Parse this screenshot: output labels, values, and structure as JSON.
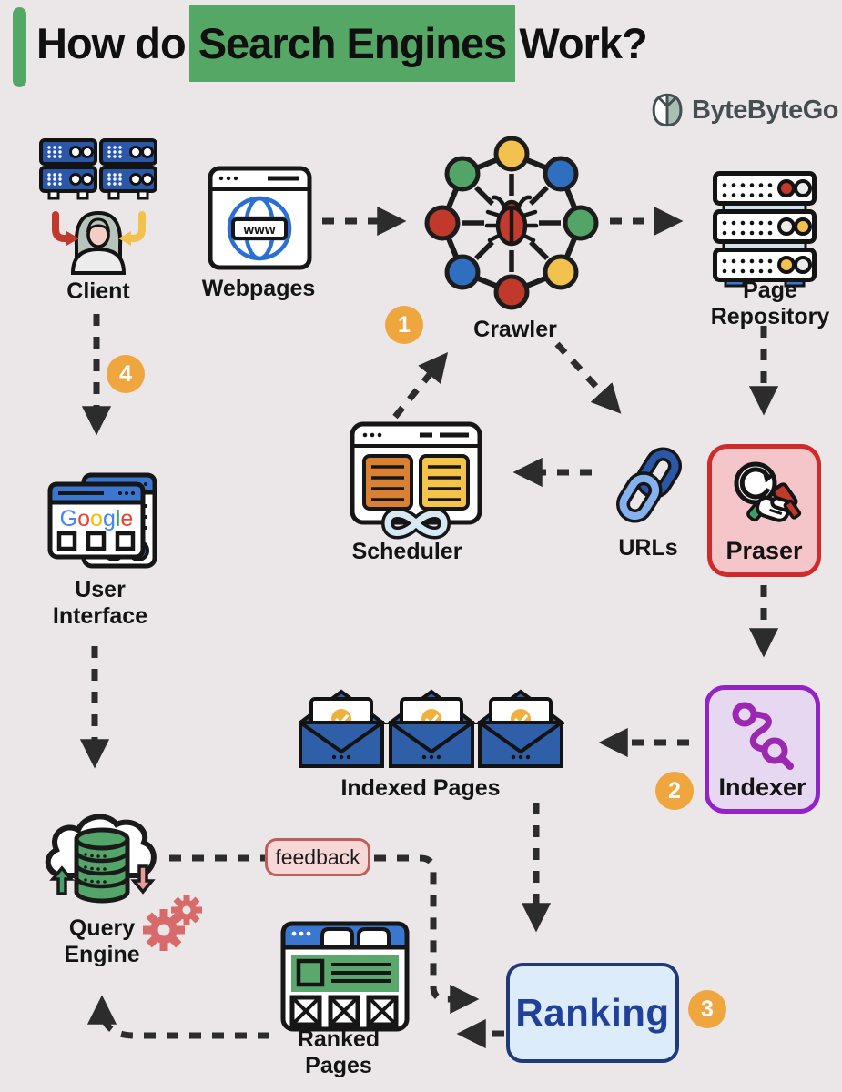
{
  "header": {
    "title_pre": "How do",
    "title_highlight": "Search Engines",
    "title_post": "Work?",
    "brand": "ByteByteGo"
  },
  "badges": {
    "b1": "1",
    "b2": "2",
    "b3": "3",
    "b4": "4"
  },
  "nodes": {
    "client": {
      "label": "Client"
    },
    "webpages": {
      "label": "Webpages",
      "www": "www"
    },
    "crawler": {
      "label": "Crawler"
    },
    "page_repository": {
      "label": "Page Repository"
    },
    "scheduler": {
      "label": "Scheduler"
    },
    "urls": {
      "label": "URLs"
    },
    "praser": {
      "label": "Praser"
    },
    "user_interface": {
      "label": "User Interface",
      "google": [
        {
          "ch": "G",
          "color": "#4285f4"
        },
        {
          "ch": "o",
          "color": "#ea4335"
        },
        {
          "ch": "o",
          "color": "#fbbc05"
        },
        {
          "ch": "g",
          "color": "#4285f4"
        },
        {
          "ch": "l",
          "color": "#34a853"
        },
        {
          "ch": "e",
          "color": "#ea4335"
        }
      ]
    },
    "indexed_pages": {
      "label": "Indexed Pages"
    },
    "indexer": {
      "label": "Indexer"
    },
    "query_engine": {
      "label": "Query Engine"
    },
    "feedback": {
      "label": "feedback"
    },
    "ranking": {
      "label": "Ranking"
    },
    "ranked_pages": {
      "label": "Ranked Pages"
    }
  },
  "colors": {
    "background": "#ebe7e9",
    "accent_green": "#55a766",
    "badge_orange": "#efa63e",
    "arrow": "#2c2c2c",
    "praser_border": "#d02b2b",
    "praser_fill": "#f5c6c9",
    "indexer_border": "#9123c9",
    "indexer_fill": "#e6d8f0",
    "ranking_border": "#1e3a7a",
    "ranking_fill": "#ddecfa",
    "ranking_text": "#21409a",
    "feedback_border": "#bb5f5d",
    "feedback_fill": "#f8d7d7",
    "server_blue": "#2a57a8",
    "node_red": "#c0392b",
    "node_green": "#52a567",
    "node_yellow": "#f2c14e",
    "node_blue": "#2e6fbf",
    "envelope_blue": "#2e5fa8",
    "db_green": "#53a56a",
    "gear_red": "#d96a6a"
  }
}
